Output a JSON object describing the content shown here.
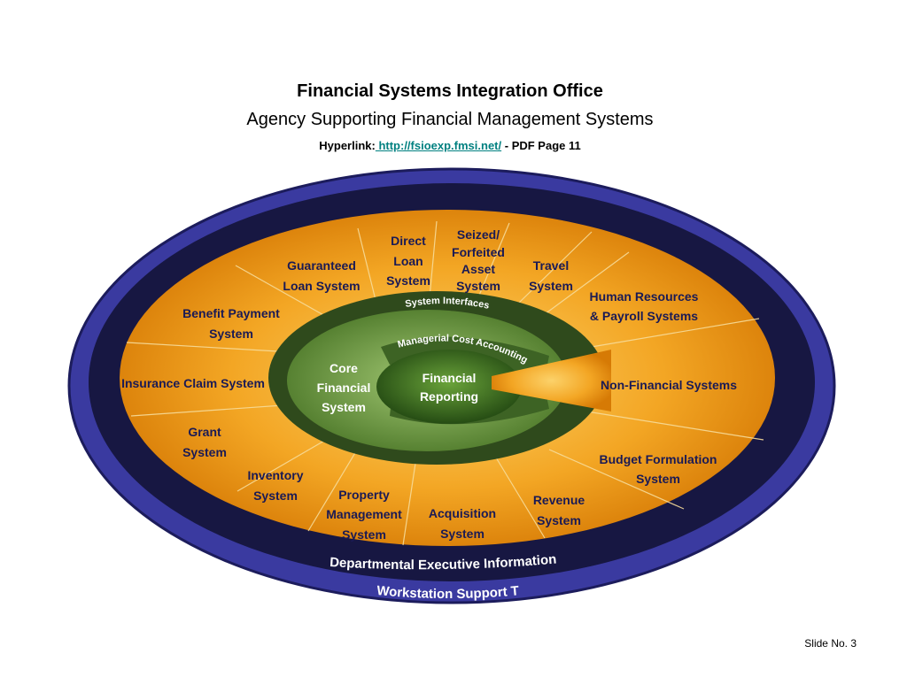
{
  "header": {
    "title": "Financial Systems Integration Office",
    "subtitle": "Agency Supporting Financial Management Systems",
    "hyperlink_label": "Hyperlink:",
    "hyperlink_url": " http://fsioexp.fmsi.net/",
    "hyperlink_suffix": " - PDF Page 11"
  },
  "diagram": {
    "center": [
      "Financial",
      "Reporting"
    ],
    "core": [
      "Core",
      "Financial",
      "System"
    ],
    "managerial_arc": "Managerial Cost Accounting",
    "interfaces_arc": "System Interfaces",
    "outer_ring_1": "Departmental Executive Information System",
    "outer_ring_2": "Workstation Support Tools",
    "segments": {
      "direct_loan": [
        "Direct",
        "Loan",
        "System"
      ],
      "seized_asset": [
        "Seized/",
        "Forfeited",
        "Asset",
        "System"
      ],
      "travel": [
        "Travel",
        "System"
      ],
      "human_resources": [
        "Human Resources",
        "& Payroll Systems"
      ],
      "non_financial": [
        "Non-Financial Systems"
      ],
      "budget": [
        "Budget Formulation",
        "System"
      ],
      "revenue": [
        "Revenue",
        "System"
      ],
      "acquisition": [
        "Acquisition",
        "System"
      ],
      "property": [
        "Property",
        "Management",
        "System"
      ],
      "inventory": [
        "Inventory",
        "System"
      ],
      "grant": [
        "Grant",
        "System"
      ],
      "insurance": [
        "Insurance Claim System"
      ],
      "benefit": [
        "Benefit Payment",
        "System"
      ],
      "guaranteed": [
        "Guaranteed",
        "Loan System"
      ]
    },
    "colors": {
      "outer_ring": "#3a3a9a",
      "dark_band": "#14143a",
      "orange": "#f0a21c",
      "green_dark": "#2f4f1f",
      "green_mid": "#6f9d44",
      "green_center": "#2b5a18"
    }
  },
  "footer": {
    "slide_no": "Slide No. 3"
  }
}
